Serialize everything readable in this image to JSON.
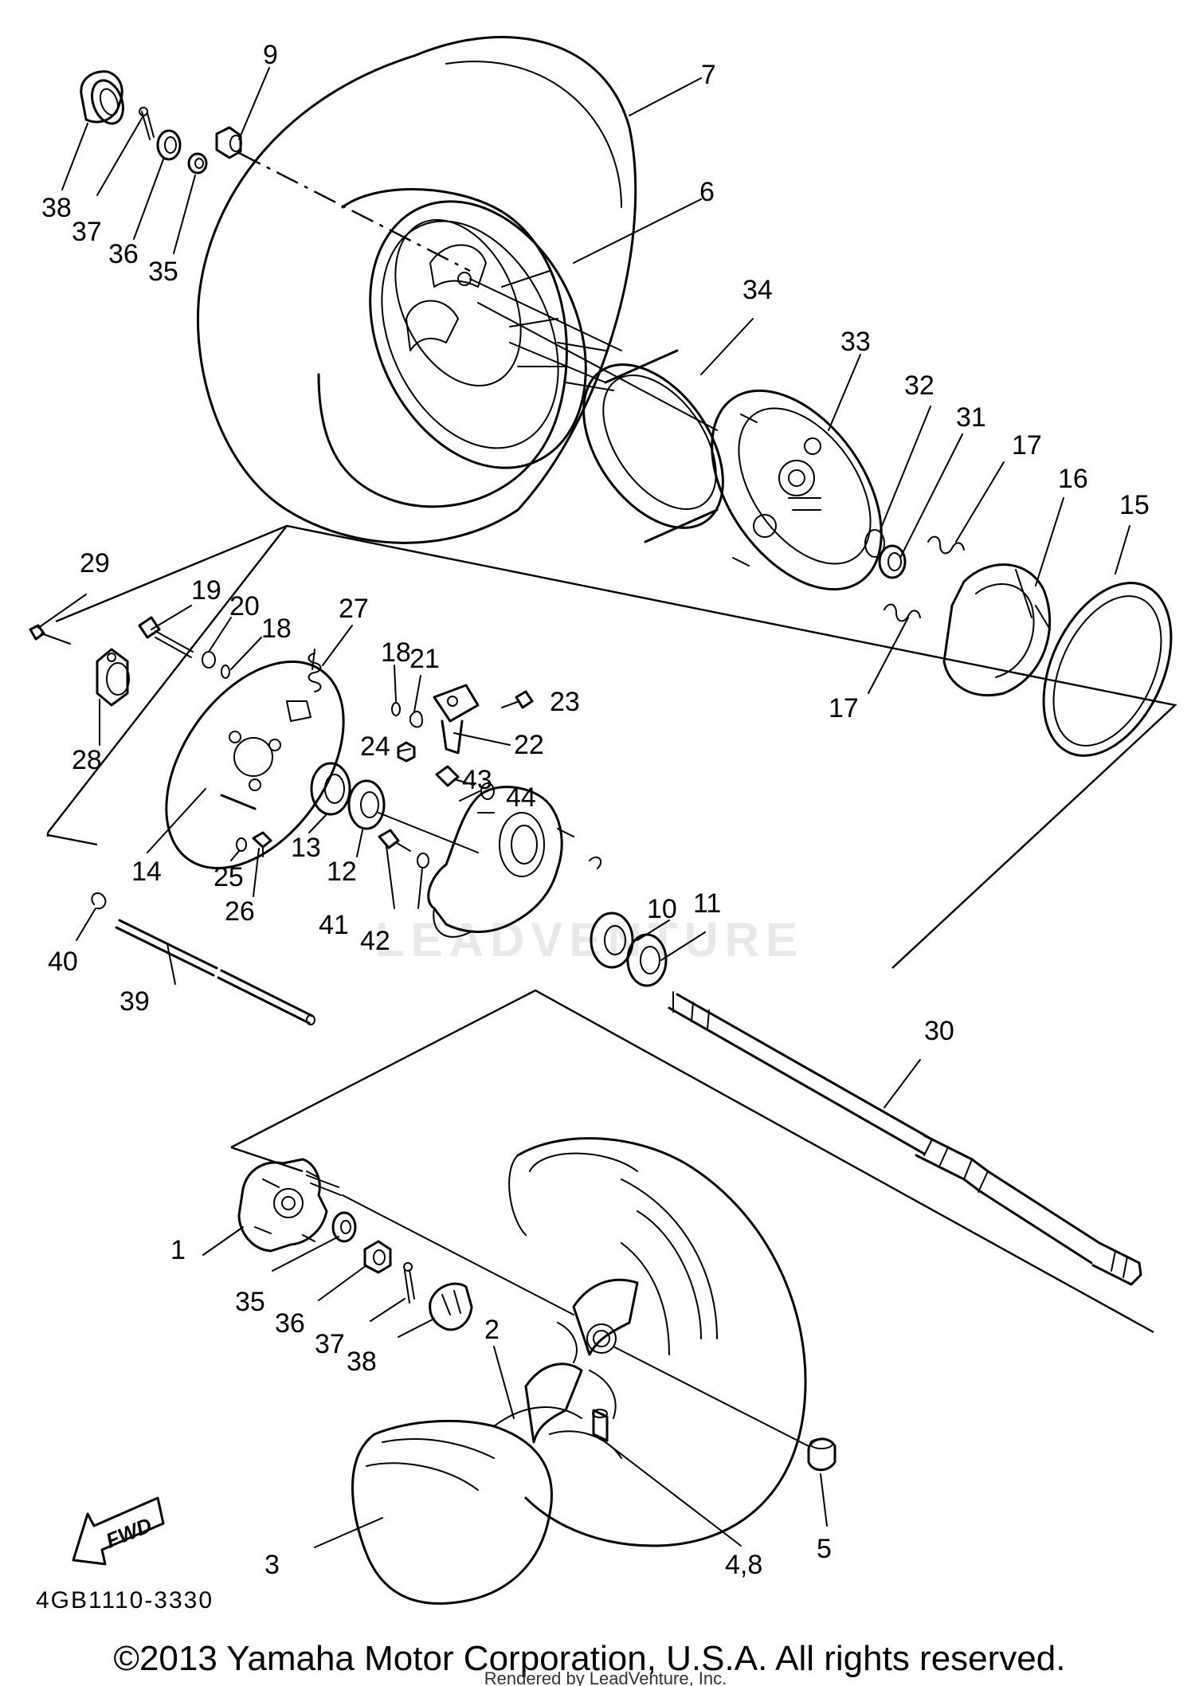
{
  "diagram": {
    "drawing_code": "4GB1110-3330",
    "copyright": "©2013 Yamaha Motor Corporation, U.S.A. All rights reserved.",
    "rendered_by": "Rendered by LeadVenture, Inc.",
    "fwd_label": "FWD",
    "watermark": "LEADVENTURE",
    "callouts": [
      {
        "id": "c1",
        "label": "1"
      },
      {
        "id": "c2",
        "label": "2"
      },
      {
        "id": "c3",
        "label": "3"
      },
      {
        "id": "c4",
        "label": "4,8"
      },
      {
        "id": "c5",
        "label": "5"
      },
      {
        "id": "c6",
        "label": "6"
      },
      {
        "id": "c7",
        "label": "7"
      },
      {
        "id": "c9",
        "label": "9"
      },
      {
        "id": "c10",
        "label": "10"
      },
      {
        "id": "c11",
        "label": "11"
      },
      {
        "id": "c12",
        "label": "12"
      },
      {
        "id": "c13",
        "label": "13"
      },
      {
        "id": "c14",
        "label": "14"
      },
      {
        "id": "c15",
        "label": "15"
      },
      {
        "id": "c16",
        "label": "16"
      },
      {
        "id": "c17a",
        "label": "17"
      },
      {
        "id": "c17b",
        "label": "17"
      },
      {
        "id": "c18a",
        "label": "18"
      },
      {
        "id": "c18b",
        "label": "18"
      },
      {
        "id": "c19",
        "label": "19"
      },
      {
        "id": "c20",
        "label": "20"
      },
      {
        "id": "c21",
        "label": "21"
      },
      {
        "id": "c22",
        "label": "22"
      },
      {
        "id": "c23",
        "label": "23"
      },
      {
        "id": "c24",
        "label": "24"
      },
      {
        "id": "c25",
        "label": "25"
      },
      {
        "id": "c26",
        "label": "26"
      },
      {
        "id": "c27",
        "label": "27"
      },
      {
        "id": "c28",
        "label": "28"
      },
      {
        "id": "c29",
        "label": "29"
      },
      {
        "id": "c30",
        "label": "30"
      },
      {
        "id": "c31",
        "label": "31"
      },
      {
        "id": "c32",
        "label": "32"
      },
      {
        "id": "c33",
        "label": "33"
      },
      {
        "id": "c34",
        "label": "34"
      },
      {
        "id": "c35a",
        "label": "35"
      },
      {
        "id": "c35b",
        "label": "35"
      },
      {
        "id": "c36a",
        "label": "36"
      },
      {
        "id": "c36b",
        "label": "36"
      },
      {
        "id": "c37a",
        "label": "37"
      },
      {
        "id": "c37b",
        "label": "37"
      },
      {
        "id": "c38a",
        "label": "38"
      },
      {
        "id": "c38b",
        "label": "38"
      },
      {
        "id": "c39",
        "label": "39"
      },
      {
        "id": "c40",
        "label": "40"
      },
      {
        "id": "c41",
        "label": "41"
      },
      {
        "id": "c42",
        "label": "42"
      },
      {
        "id": "c43",
        "label": "43"
      },
      {
        "id": "c44",
        "label": "44"
      }
    ]
  }
}
